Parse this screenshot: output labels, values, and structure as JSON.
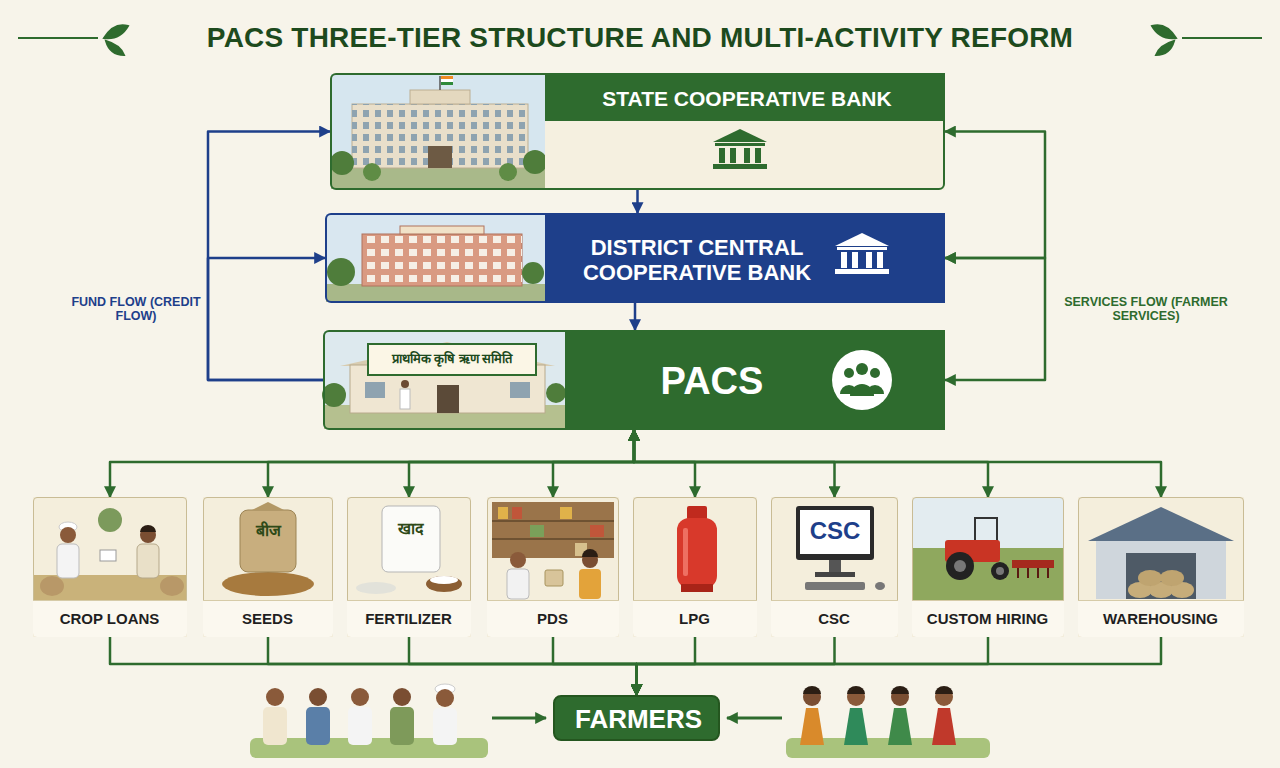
{
  "diagram": {
    "title": "PACS THREE-TIER STRUCTURE AND MULTI-ACTIVITY REFORM",
    "nodes": [
      {
        "text": [
          "STATE COOPERATIVE BANK"
        ]
      },
      {
        "text": [
          "DISTRICT CENTRAL COOPERATIVE BANK"
        ]
      },
      {
        "text": [
          "PACS"
        ]
      },
      {
        "text": [
          "CROP LOANS"
        ]
      },
      {
        "text": [
          "SEEDS"
        ]
      },
      {
        "text": [
          "FERTILIZER"
        ]
      },
      {
        "text": [
          "PDS"
        ]
      },
      {
        "text": [
          "LPG"
        ]
      },
      {
        "text": [
          "CSC"
        ]
      },
      {
        "text": [
          "CUSTOM HIRING"
        ]
      },
      {
        "text": [
          "WAREHOUSING"
        ]
      },
      {
        "text": [
          "FARMERS"
        ]
      }
    ],
    "edges": [
      {
        "from": 0,
        "to": 1,
        "arrow": "to"
      },
      {
        "from": 1,
        "to": 2,
        "arrow": "to"
      },
      {
        "from": 2,
        "to": 0,
        "arrow": "to"
      },
      {
        "from": 2,
        "to": 1,
        "arrow": "to"
      },
      {
        "from": 0,
        "to": 1,
        "arrow": "both"
      },
      {
        "from": 1,
        "to": 2,
        "arrow": "both"
      },
      {
        "from": 2,
        "to": 3,
        "arrow": "both"
      },
      {
        "from": 2,
        "to": 4,
        "arrow": "both"
      },
      {
        "from": 2,
        "to": 5,
        "arrow": "both"
      },
      {
        "from": 2,
        "to": 6,
        "arrow": "both"
      },
      {
        "from": 2,
        "to": 7,
        "arrow": "both"
      },
      {
        "from": 2,
        "to": 8,
        "arrow": "both"
      },
      {
        "from": 2,
        "to": 9,
        "arrow": "both"
      },
      {
        "from": 2,
        "to": 10,
        "arrow": "both"
      },
      {
        "from": 3,
        "to": 11,
        "arrow": "to"
      },
      {
        "from": 4,
        "to": 11,
        "arrow": "to"
      },
      {
        "from": 5,
        "to": 11,
        "arrow": "to"
      },
      {
        "from": 6,
        "to": 11,
        "arrow": "to"
      },
      {
        "from": 7,
        "to": 11,
        "arrow": "to"
      },
      {
        "from": 8,
        "to": 11,
        "arrow": "to"
      },
      {
        "from": 9,
        "to": 11,
        "arrow": "to"
      },
      {
        "from": 10,
        "to": 11,
        "arrow": "to"
      }
    ],
    "labels": [
      "FUND FLOW (CREDIT FLOW)",
      "SERVICES FLOW (FARMER SERVICES)",
      "प्राथमिक कृषि ऋण समिति",
      "बीज",
      "खाद",
      "CSC"
    ]
  }
}
